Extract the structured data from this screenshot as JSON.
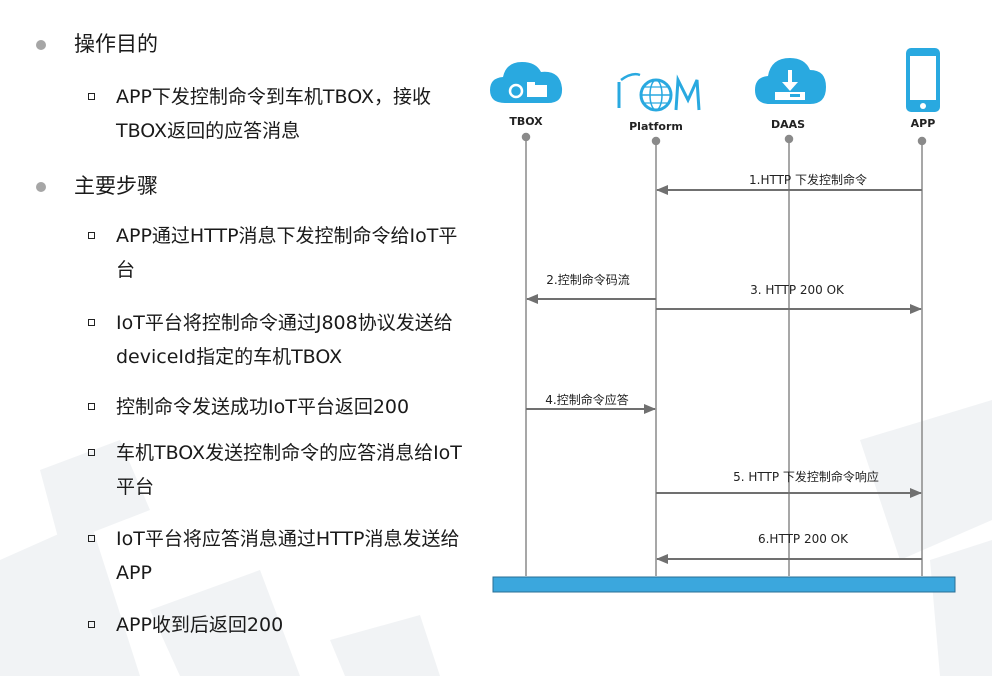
{
  "bullets": [
    {
      "level": 1,
      "text": "操作目的"
    },
    {
      "level": 2,
      "text": "APP下发控制命令到车机TBOX，接收TBOX返回的应答消息"
    },
    {
      "level": 1,
      "text": "主要步骤"
    },
    {
      "level": 2,
      "text": "APP通过HTTP消息下发控制命令给IoT平台"
    },
    {
      "level": 2,
      "text": "IoT平台将控制命令通过J808协议发送给deviceId指定的车机TBOX"
    },
    {
      "level": 2,
      "text": "控制命令发送成功IoT平台返回200"
    },
    {
      "level": 2,
      "text": "车机TBOX发送控制命令的应答消息给IoT平台"
    },
    {
      "level": 2,
      "text": "IoT平台将应答消息通过HTTP消息发送给APP"
    },
    {
      "level": 2,
      "text": "APP收到后返回200"
    }
  ],
  "actors": [
    {
      "id": "tbox",
      "label": "TBOX",
      "icon": "cloud-folder-icon"
    },
    {
      "id": "platform",
      "label": "Platform",
      "icon": "iom-logo-icon"
    },
    {
      "id": "daas",
      "label": "DAAS",
      "icon": "cloud-download-icon"
    },
    {
      "id": "app",
      "label": "APP",
      "icon": "smartphone-icon"
    }
  ],
  "messages": [
    {
      "label": "1.HTTP  下发控制命令",
      "from": "app",
      "to": "platform"
    },
    {
      "label": "2.控制命令码流",
      "from": "platform",
      "to": "tbox"
    },
    {
      "label": "3. HTTP  200  OK",
      "from": "platform",
      "to": "app"
    },
    {
      "label": "4.控制命令应答",
      "from": "tbox",
      "to": "platform"
    },
    {
      "label": "5. HTTP  下发控制命令响应",
      "from": "platform",
      "to": "app"
    },
    {
      "label": "6.HTTP  200 OK",
      "from": "app",
      "to": "platform"
    }
  ],
  "colors": {
    "icon_blue": "#29a9e0",
    "bar_blue": "#3ba7dd",
    "lifeline": "#8a8a8a",
    "arrow": "#707070"
  }
}
